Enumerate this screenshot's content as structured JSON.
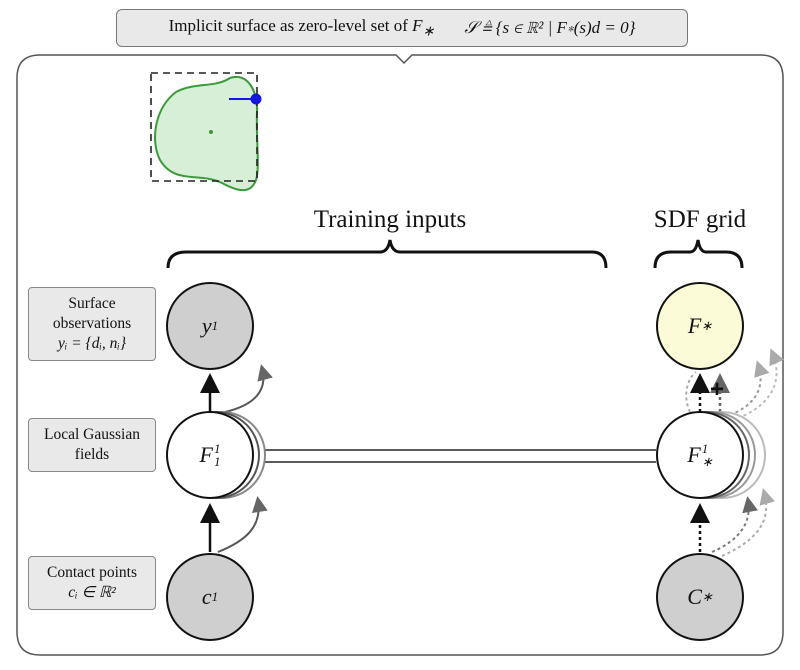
{
  "title_bar": {
    "text": "Implicit surface as zero-level set of",
    "symbol": "F",
    "symbol_sub": "∗",
    "formula": "𝒮 ≜ {s ∈ ℝ² | F∗(s)d = 0}"
  },
  "section_titles": {
    "training": "Training inputs",
    "sdf": "SDF grid"
  },
  "side_labels": {
    "surface": {
      "line1": "Surface",
      "line2": "observations",
      "line3": "yᵢ = {dᵢ, nᵢ}"
    },
    "gaussian": {
      "line1": "Local Gaussian",
      "line2": "fields"
    },
    "contact": {
      "line1": "Contact points",
      "line2": "cᵢ ∈ ℝ²"
    }
  },
  "nodes": {
    "y1": {
      "base": "y",
      "sub": "1",
      "sup": ""
    },
    "F1": {
      "base": "F",
      "sub": "1",
      "sup": "1"
    },
    "c1": {
      "base": "c",
      "sub": "1",
      "sup": ""
    },
    "Fstar": {
      "base": "F",
      "sub": "∗",
      "sup": ""
    },
    "F1star": {
      "base": "F",
      "sub": "∗",
      "sup": "1"
    },
    "Cstar": {
      "base": "C",
      "sub": "∗",
      "sup": ""
    }
  },
  "plus_sign": "+",
  "colors": {
    "observation_fill": "#cfcfcf",
    "field_fill": "#ffffff",
    "sdf_fill": "#fbfbd8",
    "shape_fill": "#d6efd6",
    "shape_stroke": "#3a9a3a",
    "contact_dot": "#1515e0"
  }
}
